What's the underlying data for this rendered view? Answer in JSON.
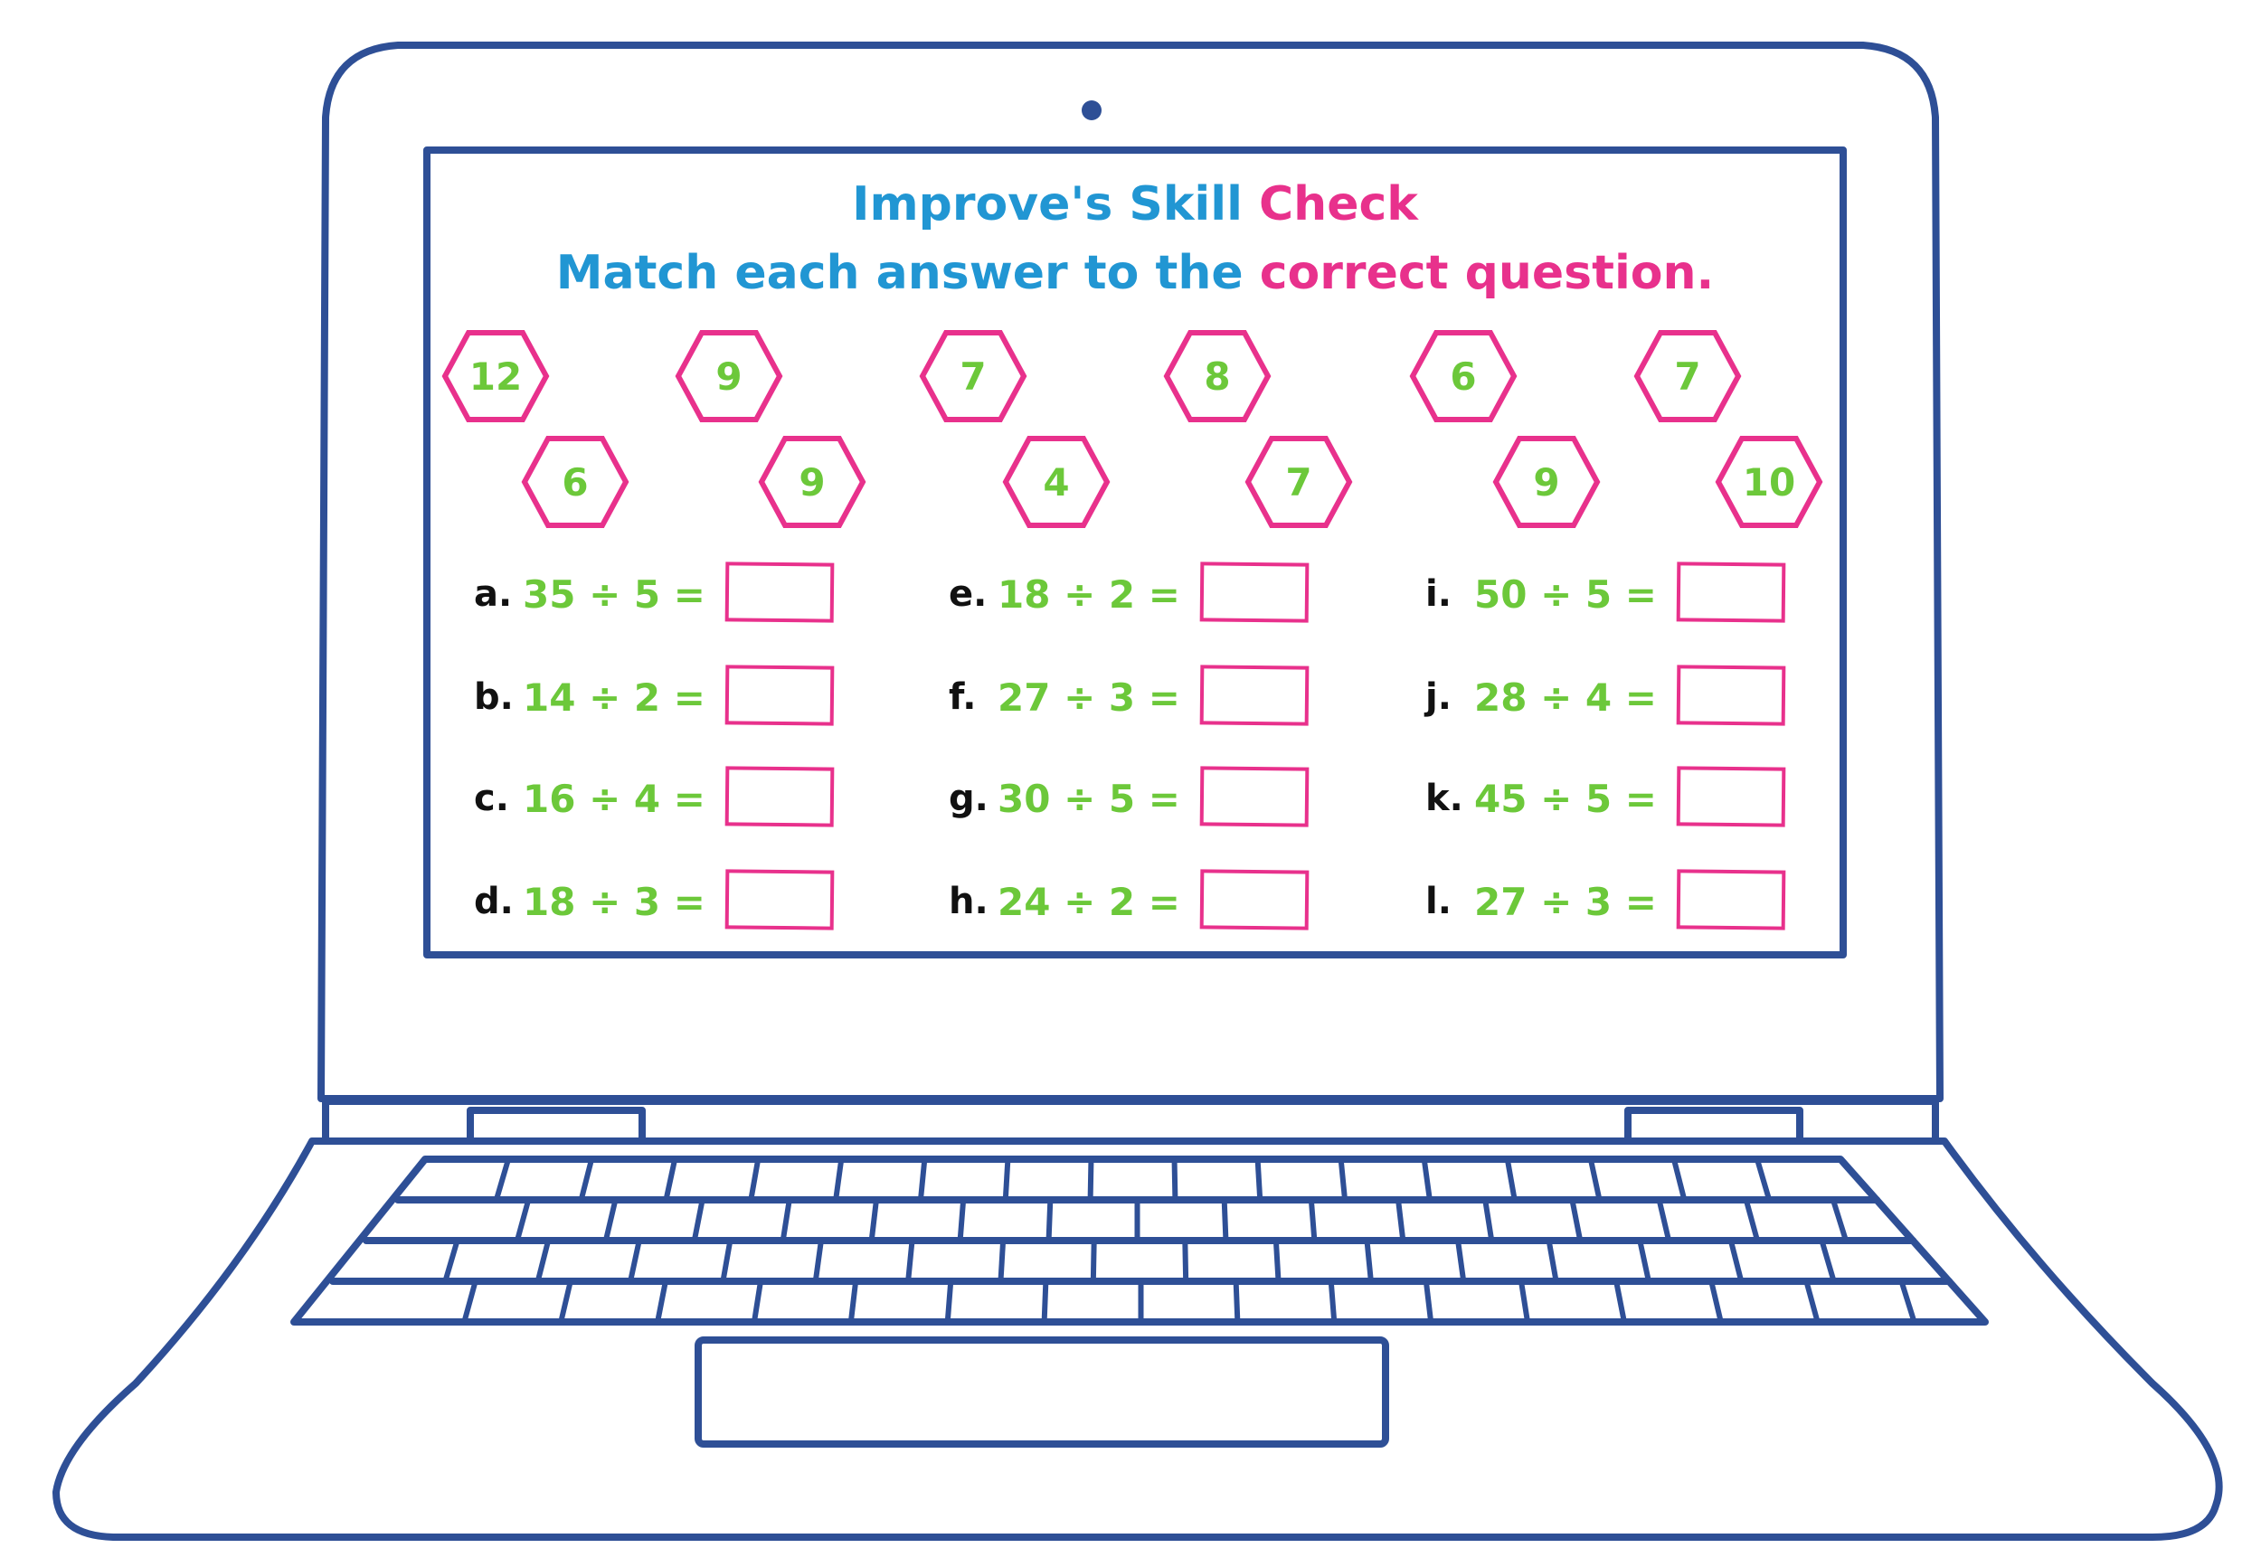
{
  "worksheet": {
    "title": {
      "part1": "Improve's Skill",
      "part2": "Check"
    },
    "instruction": {
      "part1": "Match each answer to the",
      "part2": "correct question."
    },
    "answer_hexagons": [
      "12",
      "9",
      "7",
      "8",
      "6",
      "7",
      "6",
      "9",
      "4",
      "7",
      "9",
      "10"
    ],
    "questions": [
      {
        "label": "a.",
        "expression": "35 ÷ 5 ="
      },
      {
        "label": "b.",
        "expression": "14 ÷ 2 ="
      },
      {
        "label": "c.",
        "expression": "16 ÷ 4 ="
      },
      {
        "label": "d.",
        "expression": "18 ÷ 3 ="
      },
      {
        "label": "e.",
        "expression": "18 ÷ 2 ="
      },
      {
        "label": "f.",
        "expression": "27 ÷ 3 ="
      },
      {
        "label": "g.",
        "expression": "30 ÷ 5 ="
      },
      {
        "label": "h.",
        "expression": "24 ÷ 2 ="
      },
      {
        "label": "i.",
        "expression": "50 ÷ 5 ="
      },
      {
        "label": "j.",
        "expression": "28 ÷ 4 ="
      },
      {
        "label": "k.",
        "expression": "45 ÷ 5 ="
      },
      {
        "label": "l.",
        "expression": "27 ÷ 3 ="
      }
    ]
  },
  "colors": {
    "outline": "#2e4f96",
    "title_blue": "#2196d3",
    "accent_pink": "#e8318c",
    "number_green": "#6cc83a"
  },
  "icons": {
    "camera": "webcam-dot-icon",
    "hexagon": "hexagon-icon"
  }
}
